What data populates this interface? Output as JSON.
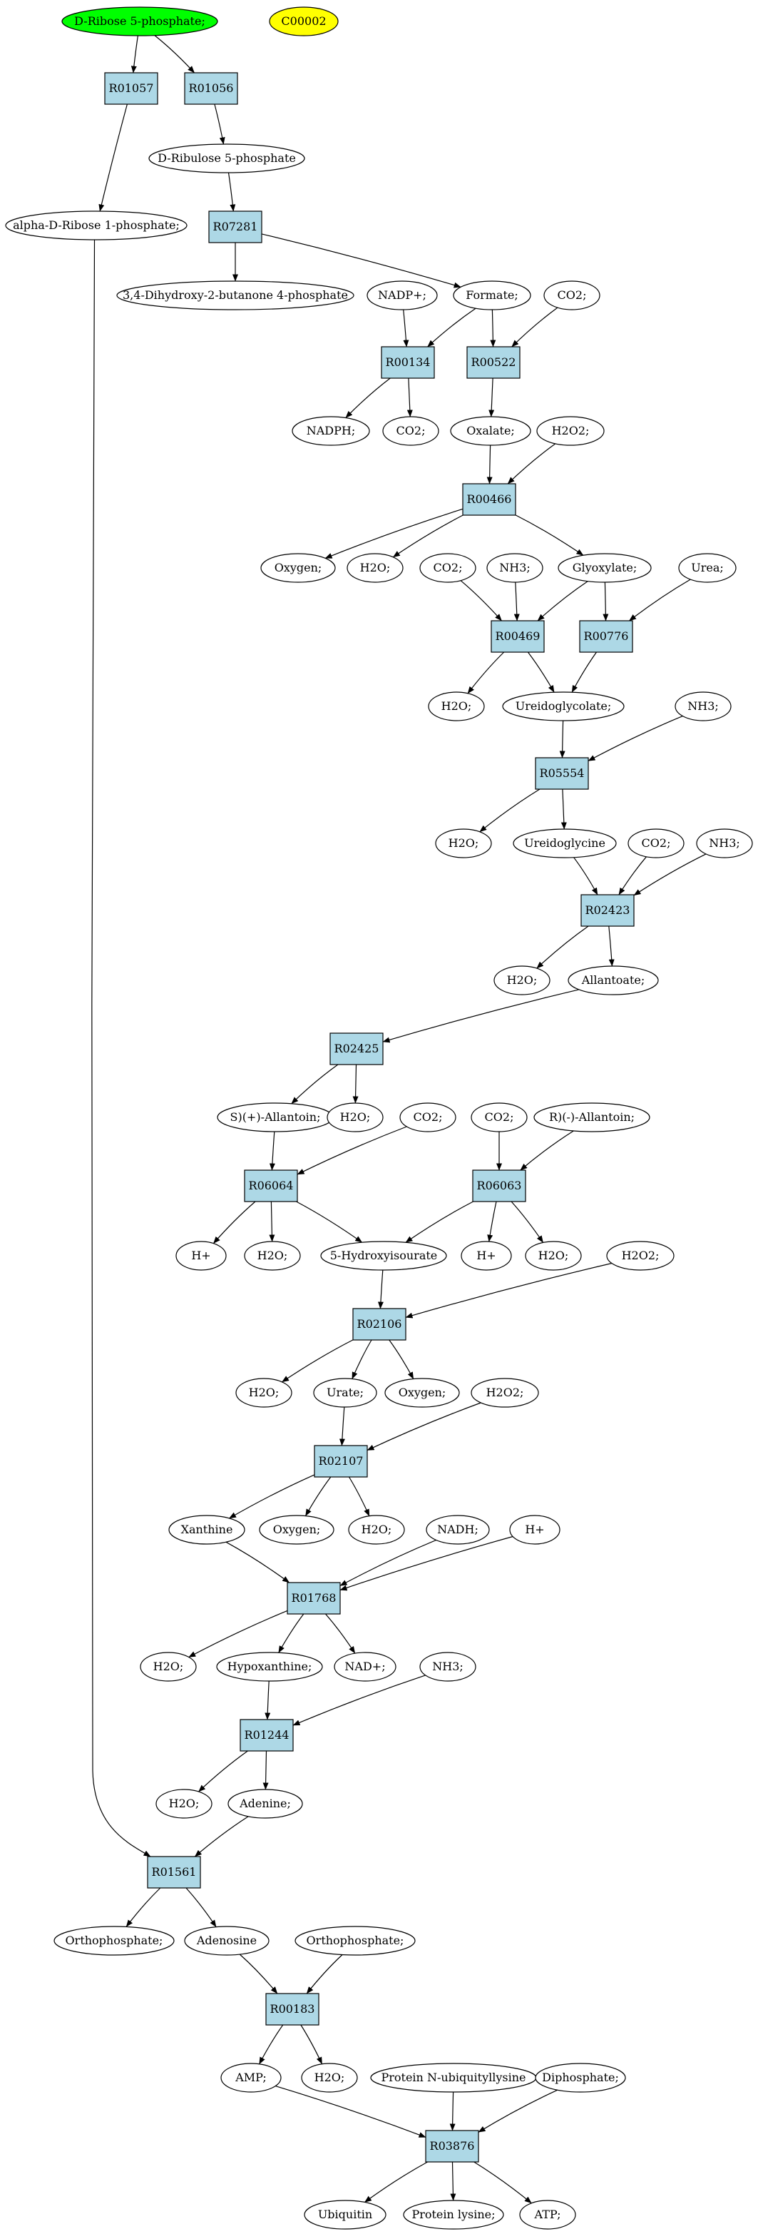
{
  "colors": {
    "compound_fill": "#ffffff",
    "reaction_fill": "#add8e6",
    "start_fill": "#00ff00",
    "highlight_fill": "#ffff00",
    "stroke": "#000000"
  },
  "nodes": [
    {
      "id": "n_ribose5p",
      "label": "D-Ribose 5-phosphate;",
      "kind": "compound",
      "fill": "start"
    },
    {
      "id": "n_c00002",
      "label": "C00002",
      "kind": "compound",
      "fill": "highlight"
    },
    {
      "id": "r_R01057",
      "label": "R01057",
      "kind": "reaction"
    },
    {
      "id": "r_R01056",
      "label": "R01056",
      "kind": "reaction"
    },
    {
      "id": "n_ribulose5p",
      "label": "D-Ribulose 5-phosphate",
      "kind": "compound"
    },
    {
      "id": "n_alpha_ribose1p",
      "label": "alpha-D-Ribose 1-phosphate;",
      "kind": "compound"
    },
    {
      "id": "r_R07281",
      "label": "R07281",
      "kind": "reaction"
    },
    {
      "id": "n_dhbp",
      "label": "3,4-Dihydroxy-2-butanone 4-phosphate",
      "kind": "compound"
    },
    {
      "id": "n_nadp",
      "label": "NADP+;",
      "kind": "compound"
    },
    {
      "id": "n_formate",
      "label": "Formate;",
      "kind": "compound"
    },
    {
      "id": "n_co2_a",
      "label": "CO2;",
      "kind": "compound"
    },
    {
      "id": "r_R00134",
      "label": "R00134",
      "kind": "reaction"
    },
    {
      "id": "r_R00522",
      "label": "R00522",
      "kind": "reaction"
    },
    {
      "id": "n_nadph",
      "label": "NADPH;",
      "kind": "compound"
    },
    {
      "id": "n_co2_b",
      "label": "CO2;",
      "kind": "compound"
    },
    {
      "id": "n_oxalate",
      "label": "Oxalate;",
      "kind": "compound"
    },
    {
      "id": "n_h2o2_a",
      "label": "H2O2;",
      "kind": "compound"
    },
    {
      "id": "r_R00466",
      "label": "R00466",
      "kind": "reaction"
    },
    {
      "id": "n_oxygen_a",
      "label": "Oxygen;",
      "kind": "compound"
    },
    {
      "id": "n_h2o_a",
      "label": "H2O;",
      "kind": "compound"
    },
    {
      "id": "n_co2_c",
      "label": "CO2;",
      "kind": "compound"
    },
    {
      "id": "n_nh3_a",
      "label": "NH3;",
      "kind": "compound"
    },
    {
      "id": "n_glyoxylate",
      "label": "Glyoxylate;",
      "kind": "compound"
    },
    {
      "id": "n_urea",
      "label": "Urea;",
      "kind": "compound"
    },
    {
      "id": "r_R00469",
      "label": "R00469",
      "kind": "reaction"
    },
    {
      "id": "r_R00776",
      "label": "R00776",
      "kind": "reaction"
    },
    {
      "id": "n_h2o_b",
      "label": "H2O;",
      "kind": "compound"
    },
    {
      "id": "n_ureidoglycolate",
      "label": "Ureidoglycolate;",
      "kind": "compound"
    },
    {
      "id": "n_nh3_b",
      "label": "NH3;",
      "kind": "compound"
    },
    {
      "id": "r_R05554",
      "label": "R05554",
      "kind": "reaction"
    },
    {
      "id": "n_h2o_c",
      "label": "H2O;",
      "kind": "compound"
    },
    {
      "id": "n_ureidoglycine",
      "label": "Ureidoglycine",
      "kind": "compound"
    },
    {
      "id": "n_co2_d",
      "label": "CO2;",
      "kind": "compound"
    },
    {
      "id": "n_nh3_c",
      "label": "NH3;",
      "kind": "compound"
    },
    {
      "id": "r_R02423",
      "label": "R02423",
      "kind": "reaction"
    },
    {
      "id": "n_h2o_d",
      "label": "H2O;",
      "kind": "compound"
    },
    {
      "id": "n_allantoate",
      "label": "Allantoate;",
      "kind": "compound"
    },
    {
      "id": "r_R02425",
      "label": "R02425",
      "kind": "reaction"
    },
    {
      "id": "n_s_allantoin",
      "label": "S)(+)-Allantoin;",
      "kind": "compound"
    },
    {
      "id": "n_h2o_e",
      "label": "H2O;",
      "kind": "compound"
    },
    {
      "id": "n_co2_e",
      "label": "CO2;",
      "kind": "compound"
    },
    {
      "id": "n_co2_f",
      "label": "CO2;",
      "kind": "compound"
    },
    {
      "id": "n_r_allantoin",
      "label": "R)(-)-Allantoin;",
      "kind": "compound"
    },
    {
      "id": "r_R06064",
      "label": "R06064",
      "kind": "reaction"
    },
    {
      "id": "r_R06063",
      "label": "R06063",
      "kind": "reaction"
    },
    {
      "id": "n_hplus_a",
      "label": "H+",
      "kind": "compound"
    },
    {
      "id": "n_h2o_f",
      "label": "H2O;",
      "kind": "compound"
    },
    {
      "id": "n_5hiu",
      "label": "5-Hydroxyisourate",
      "kind": "compound"
    },
    {
      "id": "n_hplus_b",
      "label": "H+",
      "kind": "compound"
    },
    {
      "id": "n_h2o_g",
      "label": "H2O;",
      "kind": "compound"
    },
    {
      "id": "n_h2o2_b",
      "label": "H2O2;",
      "kind": "compound"
    },
    {
      "id": "r_R02106",
      "label": "R02106",
      "kind": "reaction"
    },
    {
      "id": "n_h2o_h",
      "label": "H2O;",
      "kind": "compound"
    },
    {
      "id": "n_urate",
      "label": "Urate;",
      "kind": "compound"
    },
    {
      "id": "n_oxygen_b",
      "label": "Oxygen;",
      "kind": "compound"
    },
    {
      "id": "n_h2o2_c",
      "label": "H2O2;",
      "kind": "compound"
    },
    {
      "id": "r_R02107",
      "label": "R02107",
      "kind": "reaction"
    },
    {
      "id": "n_xanthine",
      "label": "Xanthine",
      "kind": "compound"
    },
    {
      "id": "n_oxygen_c",
      "label": "Oxygen;",
      "kind": "compound"
    },
    {
      "id": "n_h2o_i",
      "label": "H2O;",
      "kind": "compound"
    },
    {
      "id": "n_nadh",
      "label": "NADH;",
      "kind": "compound"
    },
    {
      "id": "n_hplus_c",
      "label": "H+",
      "kind": "compound"
    },
    {
      "id": "r_R01768",
      "label": "R01768",
      "kind": "reaction"
    },
    {
      "id": "n_h2o_j",
      "label": "H2O;",
      "kind": "compound"
    },
    {
      "id": "n_hypoxanthine",
      "label": "Hypoxanthine;",
      "kind": "compound"
    },
    {
      "id": "n_nadplus",
      "label": "NAD+;",
      "kind": "compound"
    },
    {
      "id": "n_nh3_d",
      "label": "NH3;",
      "kind": "compound"
    },
    {
      "id": "r_R01244",
      "label": "R01244",
      "kind": "reaction"
    },
    {
      "id": "n_h2o_k",
      "label": "H2O;",
      "kind": "compound"
    },
    {
      "id": "n_adenine",
      "label": "Adenine;",
      "kind": "compound"
    },
    {
      "id": "r_R01561",
      "label": "R01561",
      "kind": "reaction"
    },
    {
      "id": "n_orthophosphate_a",
      "label": "Orthophosphate;",
      "kind": "compound"
    },
    {
      "id": "n_adenosine",
      "label": "Adenosine",
      "kind": "compound"
    },
    {
      "id": "n_orthophosphate_b",
      "label": "Orthophosphate;",
      "kind": "compound"
    },
    {
      "id": "r_R00183",
      "label": "R00183",
      "kind": "reaction"
    },
    {
      "id": "n_amp",
      "label": "AMP;",
      "kind": "compound"
    },
    {
      "id": "n_h2o_l",
      "label": "H2O;",
      "kind": "compound"
    },
    {
      "id": "n_protein_n_ub",
      "label": "Protein N-ubiquityllysine",
      "kind": "compound"
    },
    {
      "id": "n_diphosphate",
      "label": "Diphosphate;",
      "kind": "compound"
    },
    {
      "id": "r_R03876",
      "label": "R03876",
      "kind": "reaction"
    },
    {
      "id": "n_ubiquitin",
      "label": "Ubiquitin",
      "kind": "compound"
    },
    {
      "id": "n_protein_lysine",
      "label": "Protein lysine;",
      "kind": "compound"
    },
    {
      "id": "n_atp",
      "label": "ATP;",
      "kind": "compound"
    }
  ],
  "edges": [
    [
      "n_ribose5p",
      "r_R01057"
    ],
    [
      "n_ribose5p",
      "r_R01056"
    ],
    [
      "r_R01056",
      "n_ribulose5p"
    ],
    [
      "r_R01057",
      "n_alpha_ribose1p"
    ],
    [
      "n_ribulose5p",
      "r_R07281"
    ],
    [
      "r_R07281",
      "n_dhbp"
    ],
    [
      "r_R07281",
      "n_formate"
    ],
    [
      "n_nadp",
      "r_R00134"
    ],
    [
      "n_formate",
      "r_R00134"
    ],
    [
      "n_formate",
      "r_R00522"
    ],
    [
      "n_co2_a",
      "r_R00522"
    ],
    [
      "r_R00134",
      "n_nadph"
    ],
    [
      "r_R00134",
      "n_co2_b"
    ],
    [
      "r_R00522",
      "n_oxalate"
    ],
    [
      "n_oxalate",
      "r_R00466"
    ],
    [
      "n_h2o2_a",
      "r_R00466"
    ],
    [
      "r_R00466",
      "n_oxygen_a"
    ],
    [
      "r_R00466",
      "n_h2o_a"
    ],
    [
      "r_R00466",
      "n_glyoxylate"
    ],
    [
      "n_co2_c",
      "r_R00469"
    ],
    [
      "n_nh3_a",
      "r_R00469"
    ],
    [
      "n_glyoxylate",
      "r_R00469"
    ],
    [
      "n_glyoxylate",
      "r_R00776"
    ],
    [
      "n_urea",
      "r_R00776"
    ],
    [
      "r_R00469",
      "n_h2o_b"
    ],
    [
      "r_R00469",
      "n_ureidoglycolate"
    ],
    [
      "r_R00776",
      "n_ureidoglycolate"
    ],
    [
      "n_ureidoglycolate",
      "r_R05554"
    ],
    [
      "n_nh3_b",
      "r_R05554"
    ],
    [
      "r_R05554",
      "n_h2o_c"
    ],
    [
      "r_R05554",
      "n_ureidoglycine"
    ],
    [
      "n_ureidoglycine",
      "r_R02423"
    ],
    [
      "n_co2_d",
      "r_R02423"
    ],
    [
      "n_nh3_c",
      "r_R02423"
    ],
    [
      "r_R02423",
      "n_h2o_d"
    ],
    [
      "r_R02423",
      "n_allantoate"
    ],
    [
      "n_allantoate",
      "r_R02425"
    ],
    [
      "r_R02425",
      "n_s_allantoin"
    ],
    [
      "r_R02425",
      "n_h2o_e"
    ],
    [
      "n_s_allantoin",
      "r_R06064"
    ],
    [
      "n_co2_e",
      "r_R06064"
    ],
    [
      "n_co2_f",
      "r_R06063"
    ],
    [
      "n_r_allantoin",
      "r_R06063"
    ],
    [
      "r_R06064",
      "n_hplus_a"
    ],
    [
      "r_R06064",
      "n_h2o_f"
    ],
    [
      "r_R06064",
      "n_5hiu"
    ],
    [
      "r_R06063",
      "n_5hiu"
    ],
    [
      "r_R06063",
      "n_hplus_b"
    ],
    [
      "r_R06063",
      "n_h2o_g"
    ],
    [
      "n_5hiu",
      "r_R02106"
    ],
    [
      "n_h2o2_b",
      "r_R02106"
    ],
    [
      "r_R02106",
      "n_h2o_h"
    ],
    [
      "r_R02106",
      "n_urate"
    ],
    [
      "r_R02106",
      "n_oxygen_b"
    ],
    [
      "n_urate",
      "r_R02107"
    ],
    [
      "n_h2o2_c",
      "r_R02107"
    ],
    [
      "r_R02107",
      "n_xanthine"
    ],
    [
      "r_R02107",
      "n_oxygen_c"
    ],
    [
      "r_R02107",
      "n_h2o_i"
    ],
    [
      "n_xanthine",
      "r_R01768"
    ],
    [
      "n_nadh",
      "r_R01768"
    ],
    [
      "n_hplus_c",
      "r_R01768"
    ],
    [
      "r_R01768",
      "n_h2o_j"
    ],
    [
      "r_R01768",
      "n_hypoxanthine"
    ],
    [
      "r_R01768",
      "n_nadplus"
    ],
    [
      "n_hypoxanthine",
      "r_R01244"
    ],
    [
      "n_nh3_d",
      "r_R01244"
    ],
    [
      "r_R01244",
      "n_h2o_k"
    ],
    [
      "r_R01244",
      "n_adenine"
    ],
    [
      "n_adenine",
      "r_R01561"
    ],
    [
      "n_alpha_ribose1p",
      "r_R01561"
    ],
    [
      "r_R01561",
      "n_orthophosphate_a"
    ],
    [
      "r_R01561",
      "n_adenosine"
    ],
    [
      "n_adenosine",
      "r_R00183"
    ],
    [
      "n_orthophosphate_b",
      "r_R00183"
    ],
    [
      "r_R00183",
      "n_amp"
    ],
    [
      "r_R00183",
      "n_h2o_l"
    ],
    [
      "n_amp",
      "r_R03876"
    ],
    [
      "n_protein_n_ub",
      "r_R03876"
    ],
    [
      "n_diphosphate",
      "r_R03876"
    ],
    [
      "r_R03876",
      "n_ubiquitin"
    ],
    [
      "r_R03876",
      "n_protein_lysine"
    ],
    [
      "r_R03876",
      "n_atp"
    ]
  ]
}
